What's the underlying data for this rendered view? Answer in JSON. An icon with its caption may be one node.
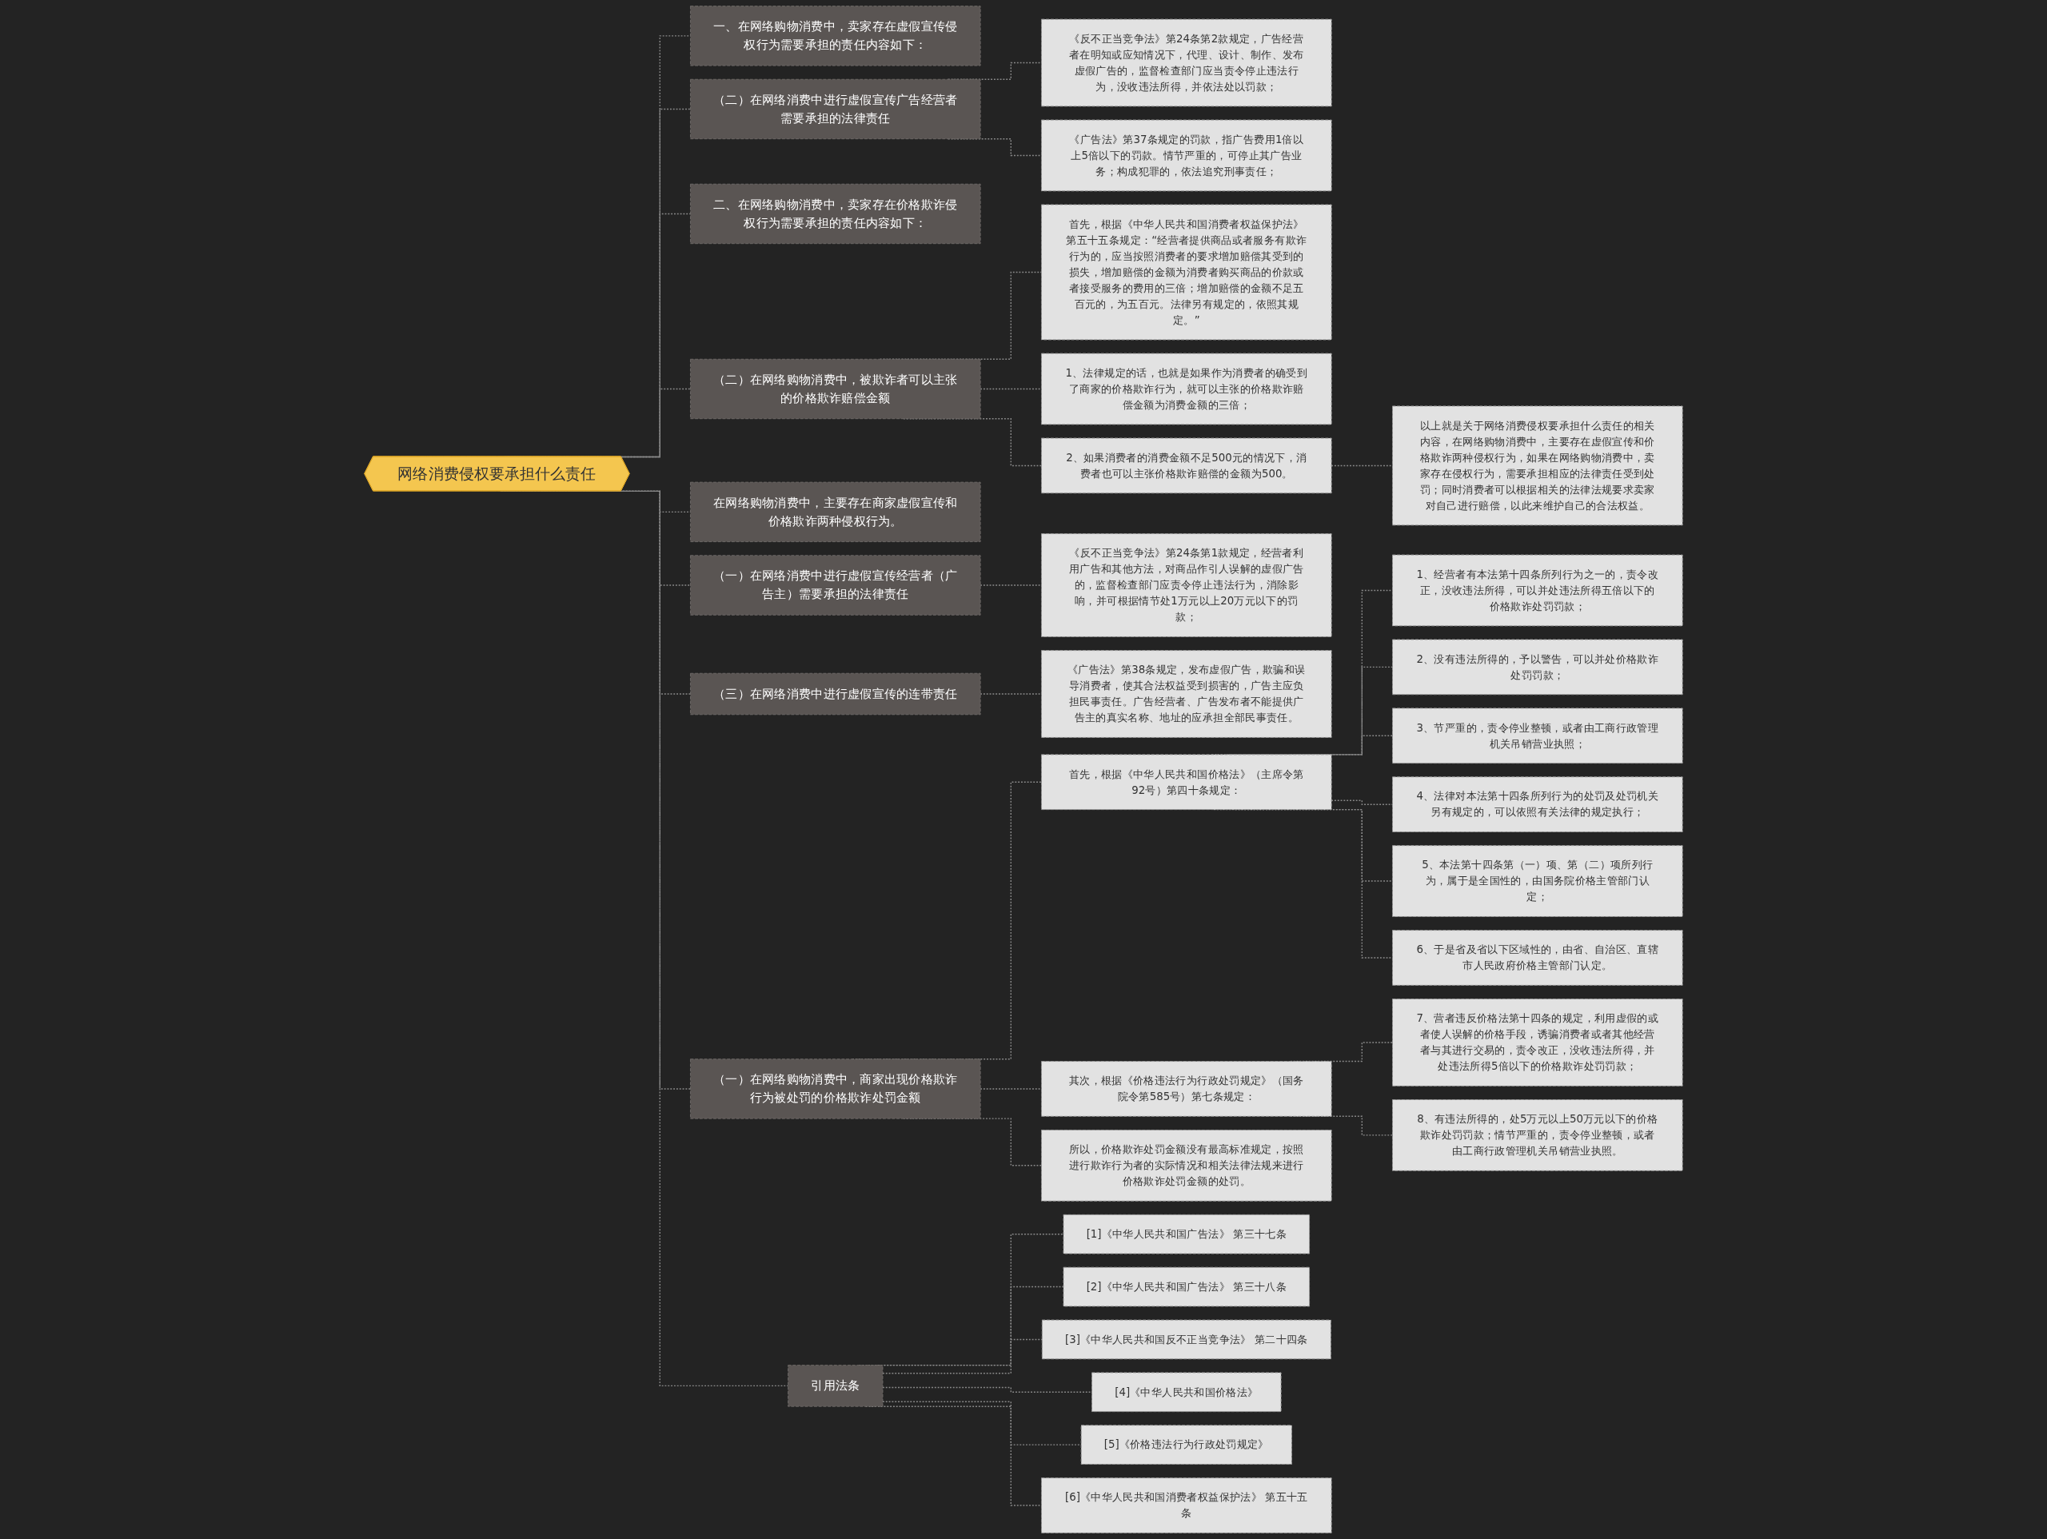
{
  "diagram": {
    "nodes": [
      {
        "text": [
          "网络消费侵权要承担什么责任"
        ]
      },
      {
        "text": [
          "一、在网络购物消费中，卖家存在虚假宣传侵权行为需要承担的责任内容如下："
        ]
      },
      {
        "text": [
          "（二）在网络消费中进行虚假宣传广告经营者需要承担的法律责任"
        ]
      },
      {
        "text": [
          "《反不正当竞争法》第24条第2款规定，广告经营者在明知或应知情况下，代理、设计、制作、发布虚假广告的，监督检查部门应当责令停止违法行为，没收违法所得，并依法处以罚款；"
        ]
      },
      {
        "text": [
          "《广告法》第37条规定的罚款，指广告费用1倍以上5倍以下的罚款。情节严重的，可停止其广告业务；构成犯罪的，依法追究刑事责任；"
        ]
      },
      {
        "text": [
          "二、在网络购物消费中，卖家存在价格欺诈侵权行为需要承担的责任内容如下："
        ]
      },
      {
        "text": [
          "（二）在网络购物消费中，被欺诈者可以主张的价格欺诈赔偿金额"
        ]
      },
      {
        "text": [
          "首先，根据《中华人民共和国消费者权益保护法》第五十五条规定：“经营者提供商品或者服务有欺诈行为的，应当按照消费者的要求增加赔偿其受到的损失，增加赔偿的金额为消费者购买商品的价款或者接受服务的费用的三倍；增加赔偿的金额不足五百元的，为五百元。法律另有规定的，依照其规定。”"
        ]
      },
      {
        "text": [
          "1、法律规定的话，也就是如果作为消费者的确受到了商家的价格欺诈行为，就可以主张的价格欺诈赔偿金额为消费金额的三倍；"
        ]
      },
      {
        "text": [
          "2、如果消费者的消费金额不足500元的情况下，消费者也可以主张价格欺诈赔偿的金额为500。"
        ]
      },
      {
        "text": [
          "以上就是关于网络消费侵权要承担什么责任的相关内容，在网络购物消费中，主要存在虚假宣传和价格欺诈两种侵权行为，如果在网络购物消费中，卖家存在侵权行为，需要承担相应的法律责任受到处罚；同时消费者可以根据相关的法律法规要求卖家对自己进行赔偿，以此来维护自己的合法权益。"
        ]
      },
      {
        "text": [
          "在网络购物消费中，主要存在商家虚假宣传和价格欺诈两种侵权行为。"
        ]
      },
      {
        "text": [
          "（一）在网络消费中进行虚假宣传经营者（广告主）需要承担的法律责任"
        ]
      },
      {
        "text": [
          "《反不正当竞争法》第24条第1款规定，经营者利用广告和其他方法，对商品作引人误解的虚假广告的，监督检查部门应责令停止违法行为，消除影响，并可根据情节处1万元以上20万元以下的罚款；"
        ]
      },
      {
        "text": [
          "（三）在网络消费中进行虚假宣传的连带责任"
        ]
      },
      {
        "text": [
          "《广告法》第38条规定，发布虚假广告，欺骗和误导消费者，使其合法权益受到损害的，广告主应负担民事责任。广告经营者、广告发布者不能提供广告主的真实名称、地址的应承担全部民事责任。"
        ]
      },
      {
        "text": [
          "（一）在网络购物消费中，商家出现价格欺诈行为被处罚的价格欺诈处罚金额"
        ]
      },
      {
        "text": [
          "首先，根据《中华人民共和国价格法》（主席令第92号）第四十条规定："
        ]
      },
      {
        "text": [
          "1、经营者有本法第十四条所列行为之一的，责令改正，没收违法所得，可以并处违法所得五倍以下的价格欺诈处罚罚款；"
        ]
      },
      {
        "text": [
          "2、没有违法所得的，予以警告，可以并处价格欺诈处罚罚款；"
        ]
      },
      {
        "text": [
          "3、节严重的，责令停业整顿，或者由工商行政管理机关吊销营业执照；"
        ]
      },
      {
        "text": [
          "4、法律对本法第十四条所列行为的处罚及处罚机关另有规定的，可以依照有关法律的规定执行；"
        ]
      },
      {
        "text": [
          "5、本法第十四条第（一）项、第（二）项所列行为，属于是全国性的，由国务院价格主管部门认定；"
        ]
      },
      {
        "text": [
          "6、于是省及省以下区域性的，由省、自治区、直辖市人民政府价格主管部门认定。"
        ]
      },
      {
        "text": [
          "其次，根据《价格违法行为行政处罚规定》（国务院令第585号）第七条规定："
        ]
      },
      {
        "text": [
          "7、营者违反价格法第十四条的规定，利用虚假的或者使人误解的价格手段，诱骗消费者或者其他经营者与其进行交易的，责令改正，没收违法所得，并处违法所得5倍以下的价格欺诈处罚罚款；"
        ]
      },
      {
        "text": [
          "8、有违法所得的，处5万元以上50万元以下的价格欺诈处罚罚款；情节严重的，责令停业整顿，或者由工商行政管理机关吊销营业执照。"
        ]
      },
      {
        "text": [
          "所以，价格欺诈处罚金额没有最高标准规定，按照进行欺诈行为者的实际情况和相关法律法规来进行价格欺诈处罚金额的处罚。"
        ]
      },
      {
        "text": [
          "引用法条"
        ]
      },
      {
        "text": [
          "[1]《中华人民共和国广告法》 第三十七条"
        ]
      },
      {
        "text": [
          "[2]《中华人民共和国广告法》 第三十八条"
        ]
      },
      {
        "text": [
          "[3]《中华人民共和国反不正当竞争法》 第二十四条"
        ]
      },
      {
        "text": [
          "[4]《中华人民共和国价格法》"
        ]
      },
      {
        "text": [
          "[5]《价格违法行为行政处罚规定》"
        ]
      },
      {
        "text": [
          "[6]《中华人民共和国消费者权益保护法》 第五十五条"
        ]
      }
    ],
    "edges": [
      {
        "from": 0,
        "to": 1,
        "arrow": "none",
        "style": "dashed"
      },
      {
        "from": 0,
        "to": 2,
        "arrow": "none",
        "style": "dashed"
      },
      {
        "from": 2,
        "to": 3,
        "arrow": "none",
        "style": "dashed"
      },
      {
        "from": 2,
        "to": 4,
        "arrow": "none",
        "style": "dashed"
      },
      {
        "from": 0,
        "to": 5,
        "arrow": "none",
        "style": "dashed"
      },
      {
        "from": 0,
        "to": 6,
        "arrow": "none",
        "style": "dashed"
      },
      {
        "from": 6,
        "to": 7,
        "arrow": "none",
        "style": "dashed"
      },
      {
        "from": 6,
        "to": 8,
        "arrow": "none",
        "style": "dashed"
      },
      {
        "from": 6,
        "to": 9,
        "arrow": "none",
        "style": "dashed"
      },
      {
        "from": 9,
        "to": 10,
        "arrow": "none",
        "style": "dashed"
      },
      {
        "from": 0,
        "to": 11,
        "arrow": "none",
        "style": "dashed"
      },
      {
        "from": 0,
        "to": 12,
        "arrow": "none",
        "style": "dashed"
      },
      {
        "from": 12,
        "to": 13,
        "arrow": "none",
        "style": "dashed"
      },
      {
        "from": 0,
        "to": 14,
        "arrow": "none",
        "style": "dashed"
      },
      {
        "from": 14,
        "to": 15,
        "arrow": "none",
        "style": "dashed"
      },
      {
        "from": 0,
        "to": 16,
        "arrow": "none",
        "style": "dashed"
      },
      {
        "from": 16,
        "to": 17,
        "arrow": "none",
        "style": "dashed"
      },
      {
        "from": 17,
        "to": 18,
        "arrow": "none",
        "style": "dashed"
      },
      {
        "from": 17,
        "to": 19,
        "arrow": "none",
        "style": "dashed"
      },
      {
        "from": 17,
        "to": 20,
        "arrow": "none",
        "style": "dashed"
      },
      {
        "from": 17,
        "to": 21,
        "arrow": "none",
        "style": "dashed"
      },
      {
        "from": 17,
        "to": 22,
        "arrow": "none",
        "style": "dashed"
      },
      {
        "from": 17,
        "to": 23,
        "arrow": "none",
        "style": "dashed"
      },
      {
        "from": 16,
        "to": 24,
        "arrow": "none",
        "style": "dashed"
      },
      {
        "from": 24,
        "to": 25,
        "arrow": "none",
        "style": "dashed"
      },
      {
        "from": 24,
        "to": 26,
        "arrow": "none",
        "style": "dashed"
      },
      {
        "from": 16,
        "to": 27,
        "arrow": "none",
        "style": "dashed"
      },
      {
        "from": 0,
        "to": 28,
        "arrow": "none",
        "style": "dashed"
      },
      {
        "from": 28,
        "to": 29,
        "arrow": "none",
        "style": "dashed"
      },
      {
        "from": 28,
        "to": 30,
        "arrow": "none",
        "style": "dashed"
      },
      {
        "from": 28,
        "to": 31,
        "arrow": "none",
        "style": "dashed"
      },
      {
        "from": 28,
        "to": 32,
        "arrow": "none",
        "style": "dashed"
      },
      {
        "from": 28,
        "to": 33,
        "arrow": "none",
        "style": "dashed"
      },
      {
        "from": 28,
        "to": 34,
        "arrow": "none",
        "style": "dashed"
      }
    ]
  }
}
